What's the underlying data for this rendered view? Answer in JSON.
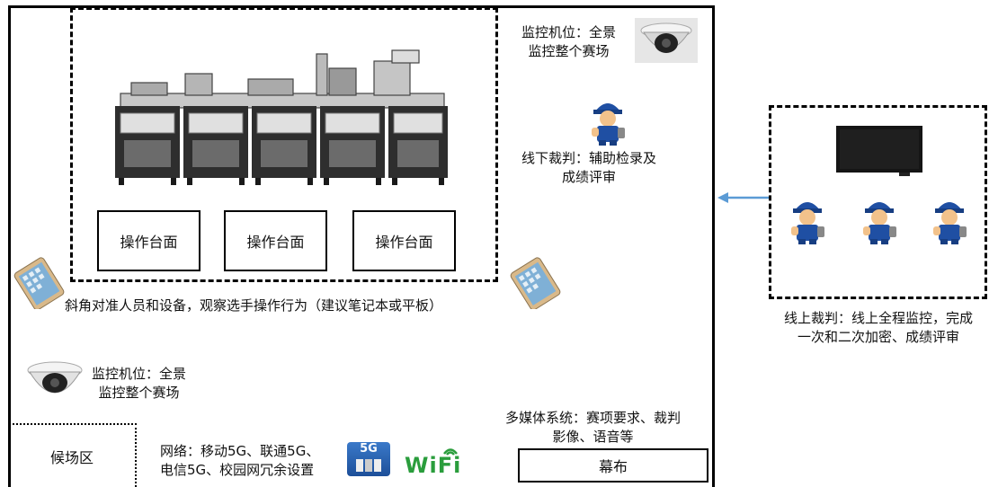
{
  "main_area": {
    "camera_top": {
      "line1": "监控机位：全景",
      "line2": "监控整个赛场"
    },
    "camera_bottom": {
      "line1": "监控机位：全景",
      "line2": "监控整个赛场"
    },
    "offline_judge": {
      "line1": "线下裁判：辅助检录及",
      "line2": "成绩评审"
    },
    "stations": [
      "操作台面",
      "操作台面",
      "操作台面"
    ],
    "tablet_caption": "斜角对准人员和设备，观察选手操作行为（建议笔记本或平板）",
    "multimedia": {
      "line1": "多媒体系统：赛项要求、裁判",
      "line2": "影像、语音等"
    },
    "screen_box": "幕布",
    "waiting_area": "候场区",
    "network": {
      "line1": "网络：移动5G、联通5G、",
      "line2": "电信5G、校园网冗余设置"
    },
    "badge_5g": "5G",
    "badge_wifi": "WiFi"
  },
  "online_panel": {
    "caption_line1": "线上裁判：线上全程监控，完成",
    "caption_line2": "一次和二次加密、成绩评审"
  },
  "colors": {
    "arrow": "#5b9bd5",
    "worker_hat": "#1f4fa3",
    "worker_face": "#f2c28b",
    "wifi": "#2a9d3c",
    "tablet_gold": "#d9b98a",
    "tablet_screen": "#7fb0d6"
  }
}
